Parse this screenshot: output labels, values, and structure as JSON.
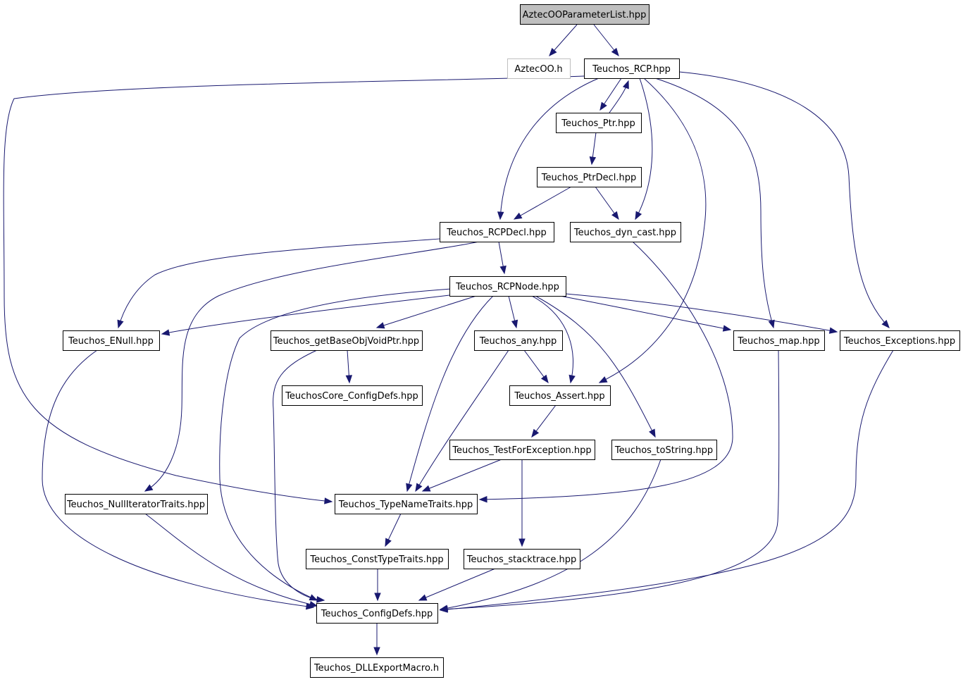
{
  "nodes": [
    {
      "id": "root",
      "label": "AztecOOParameterList.hpp",
      "style": "root"
    },
    {
      "id": "aztecoo",
      "label": "AztecOO.h",
      "style": "ext"
    },
    {
      "id": "rcp",
      "label": "Teuchos_RCP.hpp"
    },
    {
      "id": "ptr",
      "label": "Teuchos_Ptr.hpp"
    },
    {
      "id": "ptrdecl",
      "label": "Teuchos_PtrDecl.hpp"
    },
    {
      "id": "rcpdecl",
      "label": "Teuchos_RCPDecl.hpp"
    },
    {
      "id": "dyncast",
      "label": "Teuchos_dyn_cast.hpp"
    },
    {
      "id": "rcpnode",
      "label": "Teuchos_RCPNode.hpp"
    },
    {
      "id": "enull",
      "label": "Teuchos_ENull.hpp"
    },
    {
      "id": "getbase",
      "label": "Teuchos_getBaseObjVoidPtr.hpp"
    },
    {
      "id": "any",
      "label": "Teuchos_any.hpp"
    },
    {
      "id": "map",
      "label": "Teuchos_map.hpp"
    },
    {
      "id": "exceptions",
      "label": "Teuchos_Exceptions.hpp"
    },
    {
      "id": "coreconfig",
      "label": "TeuchosCore_ConfigDefs.hpp"
    },
    {
      "id": "assert",
      "label": "Teuchos_Assert.hpp"
    },
    {
      "id": "testfor",
      "label": "Teuchos_TestForException.hpp"
    },
    {
      "id": "tostring",
      "label": "Teuchos_toString.hpp"
    },
    {
      "id": "nulliter",
      "label": "Teuchos_NullIteratorTraits.hpp"
    },
    {
      "id": "typename",
      "label": "Teuchos_TypeNameTraits.hpp"
    },
    {
      "id": "consttype",
      "label": "Teuchos_ConstTypeTraits.hpp"
    },
    {
      "id": "stacktrace",
      "label": "Teuchos_stacktrace.hpp"
    },
    {
      "id": "configdefs",
      "label": "Teuchos_ConfigDefs.hpp"
    },
    {
      "id": "dllexport",
      "label": "Teuchos_DLLExportMacro.h"
    }
  ],
  "edges": [
    {
      "from": "root",
      "to": "aztecoo"
    },
    {
      "from": "root",
      "to": "rcp"
    },
    {
      "from": "rcp",
      "to": "ptr"
    },
    {
      "from": "rcp",
      "to": "rcpdecl"
    },
    {
      "from": "rcp",
      "to": "dyncast"
    },
    {
      "from": "rcp",
      "to": "assert"
    },
    {
      "from": "rcp",
      "to": "map"
    },
    {
      "from": "rcp",
      "to": "exceptions"
    },
    {
      "from": "rcp",
      "to": "typename"
    },
    {
      "from": "ptr",
      "to": "rcp"
    },
    {
      "from": "ptr",
      "to": "ptrdecl"
    },
    {
      "from": "ptrdecl",
      "to": "rcpdecl"
    },
    {
      "from": "ptrdecl",
      "to": "dyncast"
    },
    {
      "from": "rcpdecl",
      "to": "rcpnode"
    },
    {
      "from": "rcpdecl",
      "to": "enull"
    },
    {
      "from": "rcpdecl",
      "to": "nulliter"
    },
    {
      "from": "dyncast",
      "to": "typename"
    },
    {
      "from": "rcpnode",
      "to": "enull"
    },
    {
      "from": "rcpnode",
      "to": "getbase"
    },
    {
      "from": "rcpnode",
      "to": "any"
    },
    {
      "from": "rcpnode",
      "to": "assert"
    },
    {
      "from": "rcpnode",
      "to": "tostring"
    },
    {
      "from": "rcpnode",
      "to": "map"
    },
    {
      "from": "rcpnode",
      "to": "exceptions"
    },
    {
      "from": "rcpnode",
      "to": "typename"
    },
    {
      "from": "rcpnode",
      "to": "configdefs"
    },
    {
      "from": "enull",
      "to": "configdefs"
    },
    {
      "from": "getbase",
      "to": "coreconfig"
    },
    {
      "from": "getbase",
      "to": "configdefs"
    },
    {
      "from": "any",
      "to": "assert"
    },
    {
      "from": "any",
      "to": "typename"
    },
    {
      "from": "map",
      "to": "configdefs"
    },
    {
      "from": "exceptions",
      "to": "configdefs"
    },
    {
      "from": "assert",
      "to": "testfor"
    },
    {
      "from": "testfor",
      "to": "typename"
    },
    {
      "from": "testfor",
      "to": "stacktrace"
    },
    {
      "from": "tostring",
      "to": "configdefs"
    },
    {
      "from": "nulliter",
      "to": "configdefs"
    },
    {
      "from": "typename",
      "to": "consttype"
    },
    {
      "from": "consttype",
      "to": "configdefs"
    },
    {
      "from": "stacktrace",
      "to": "configdefs"
    },
    {
      "from": "configdefs",
      "to": "dllexport"
    }
  ]
}
